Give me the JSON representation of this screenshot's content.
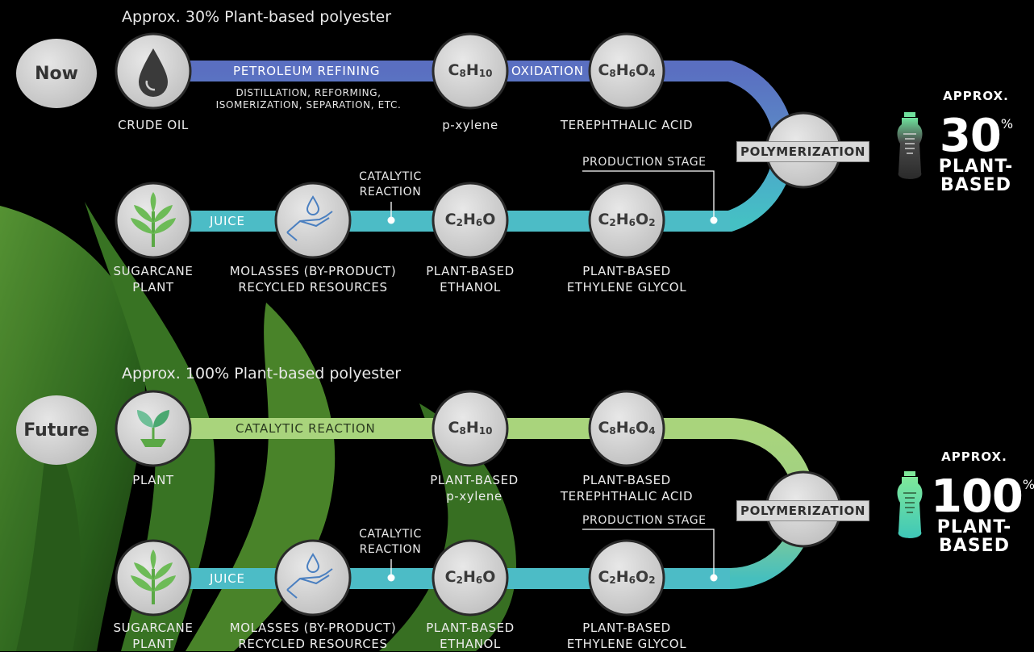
{
  "now": {
    "badge": "Now",
    "title": "Approx. 30% Plant-based polyester",
    "top_row": {
      "source_label": "CRUDE OIL",
      "pipe1_label": "PETROLEUM REFINING",
      "pipe1_sub": [
        "DISTILLATION, REFORMING,",
        "ISOMERIZATION, SEPARATION, ETC."
      ],
      "node2_formula": [
        "C",
        "8",
        "H",
        "10"
      ],
      "node2_label": [
        "p-xylene"
      ],
      "pipe2_label": "OXIDATION",
      "node3_formula": [
        "C",
        "8",
        "H",
        "6",
        "O",
        "4"
      ],
      "node3_label": [
        "TEREPHTHALIC ACID"
      ]
    },
    "bottom_row": {
      "source_label": [
        "SUGARCANE",
        "PLANT"
      ],
      "pipe1_label": "JUICE",
      "node2_label": [
        "MOLASSES (BY-PRODUCT)",
        "RECYCLED RESOURCES"
      ],
      "catalytic": [
        "CATALYTIC",
        "REACTION"
      ],
      "node3_formula": [
        "C",
        "2",
        "H",
        "6",
        "O",
        ""
      ],
      "node3_label": [
        "PLANT-BASED",
        "ETHANOL"
      ],
      "node4_formula": [
        "C",
        "2",
        "H",
        "6",
        "O",
        "2"
      ],
      "node4_label": [
        "PLANT-BASED",
        "ETHYLENE GLYCOL"
      ],
      "production_stage": "PRODUCTION STAGE"
    },
    "polymerization": "POLYMERIZATION",
    "result": {
      "approx": "APPROX.",
      "value": "30",
      "unit": "%",
      "line1": "PLANT-",
      "line2": "BASED"
    }
  },
  "future": {
    "badge": "Future",
    "title": "Approx. 100% Plant-based polyester",
    "top_row": {
      "source_label": "PLANT",
      "pipe1_label": "CATALYTIC REACTION",
      "node2_formula": [
        "C",
        "8",
        "H",
        "10"
      ],
      "node2_label": [
        "PLANT-BASED",
        "p-xylene"
      ],
      "node3_formula": [
        "C",
        "8",
        "H",
        "6",
        "O",
        "4"
      ],
      "node3_label": [
        "PLANT-BASED",
        "TEREPHTHALIC ACID"
      ]
    },
    "bottom_row": {
      "source_label": [
        "SUGARCANE",
        "PLANT"
      ],
      "pipe1_label": "JUICE",
      "node2_label": [
        "MOLASSES (BY-PRODUCT)",
        "RECYCLED RESOURCES"
      ],
      "catalytic": [
        "CATALYTIC",
        "REACTION"
      ],
      "node3_formula": [
        "C",
        "2",
        "H",
        "6",
        "O",
        ""
      ],
      "node3_label": [
        "PLANT-BASED",
        "ETHANOL"
      ],
      "node4_formula": [
        "C",
        "2",
        "H",
        "6",
        "O",
        "2"
      ],
      "node4_label": [
        "PLANT-BASED",
        "ETHYLENE GLYCOL"
      ],
      "production_stage": "PRODUCTION STAGE"
    },
    "polymerization": "POLYMERIZATION",
    "result": {
      "approx": "APPROX.",
      "value": "100",
      "unit": "%",
      "line1": "PLANT-",
      "line2": "BASED"
    }
  },
  "colors": {
    "background": "#000000",
    "petroleum_pipe": "#5b78c4",
    "plant_pipe": "#49b9c4",
    "future_pipe": "#a6cf78",
    "node": "#cfcfcf",
    "leaf": "#3f7a2a"
  },
  "icons": [
    "oil-drop-icon",
    "sprout-icon",
    "hand-water-drop-icon",
    "bottle-icon"
  ]
}
